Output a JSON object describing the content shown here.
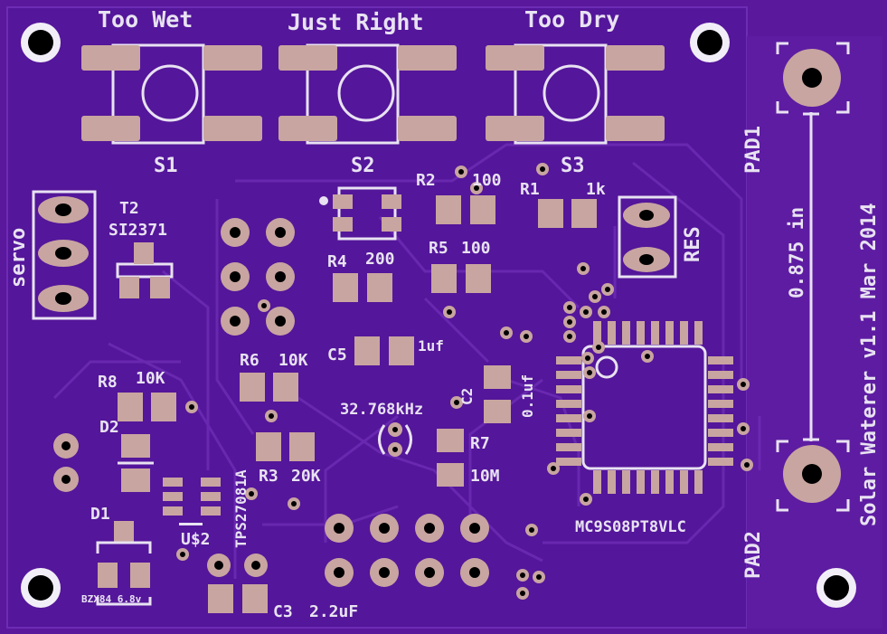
{
  "board": {
    "colors": {
      "board": "#5a189c",
      "board_dark": "#4a1283",
      "pad": "#c8a5a0",
      "silk": "#e8e2f2",
      "trace": "#6a28b0"
    }
  },
  "labels": {
    "too_wet": "Too Wet",
    "just_right": "Just Right",
    "too_dry": "Too Dry",
    "s1": "S1",
    "s2": "S2",
    "s3": "S3",
    "servo": "servo",
    "t2": "T2",
    "si2371": "SI2371",
    "r2": "R2",
    "r2_val": "100",
    "r1": "R1",
    "r1_val": "1k",
    "res": "RES",
    "r4": "R4",
    "r4_val": "200",
    "r5": "R5",
    "r5_val": "100",
    "c5": "C5",
    "c5_val": "1uf",
    "c2": "C2",
    "c2_val": "0.1uf",
    "r6": "R6",
    "r6_val": "10K",
    "r8": "R8",
    "r8_val": "10K",
    "d2": "D2",
    "d1": "D1",
    "bzx": "BZX84 6.8v",
    "tps": "TPS27081A",
    "us2": "U$2",
    "r3": "R3",
    "r3_val": "20K",
    "xtal": "32.768kHz",
    "r7": "R7",
    "r7_val": "10M",
    "mcu": "MC9S08PT8VLC",
    "c3": "C3",
    "c3_val": "2.2uF",
    "pad1": "PAD1",
    "pad2": "PAD2",
    "dim": "0.875 in",
    "title": "Solar Waterer v1.1 Mar 2014"
  }
}
